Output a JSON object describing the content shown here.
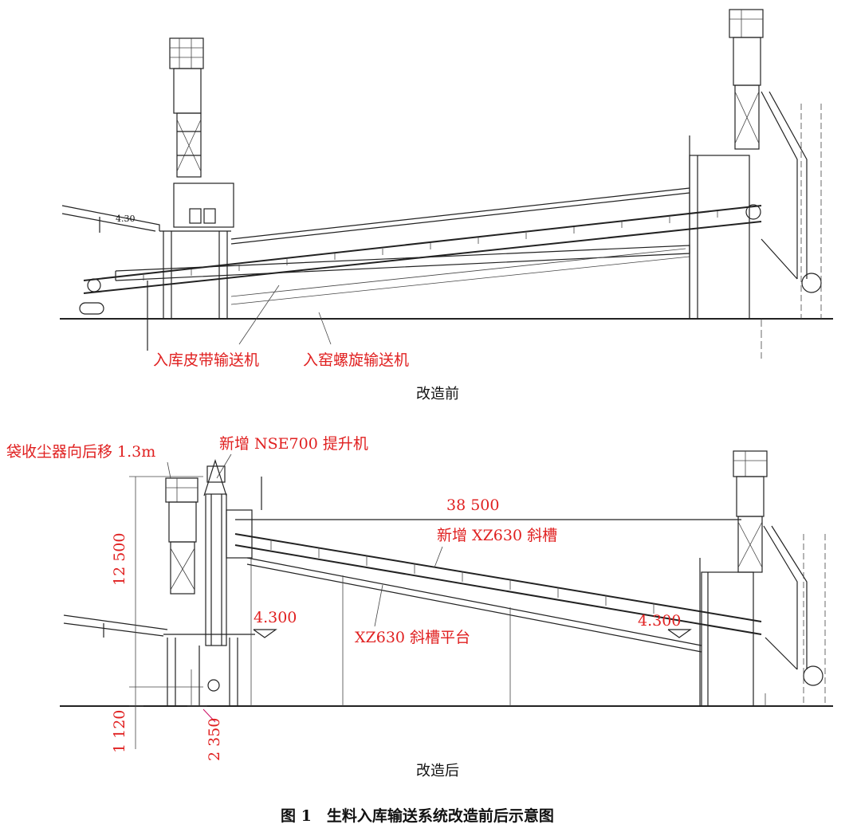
{
  "top": {
    "labels": {
      "belt_conveyor": "入库皮带输送机",
      "screw_conveyor": "入窑螺旋输送机",
      "elev": "4.30"
    },
    "caption": "改造前"
  },
  "bottom": {
    "labels": {
      "dust_collector": "袋收尘器向后移 1.3m",
      "elevator": "新增 NSE700 提升机",
      "span": "38 500",
      "chute": "新增 XZ630 斜槽",
      "height": "12 500",
      "elev_left": "4.300",
      "elev_right": "4.300",
      "platform": "XZ630 斜槽平台",
      "dim_1120": "1 120",
      "dim_2350": "2 350"
    },
    "caption": "改造后"
  },
  "figure_caption": "图 1　生料入库输送系统改造前后示意图"
}
